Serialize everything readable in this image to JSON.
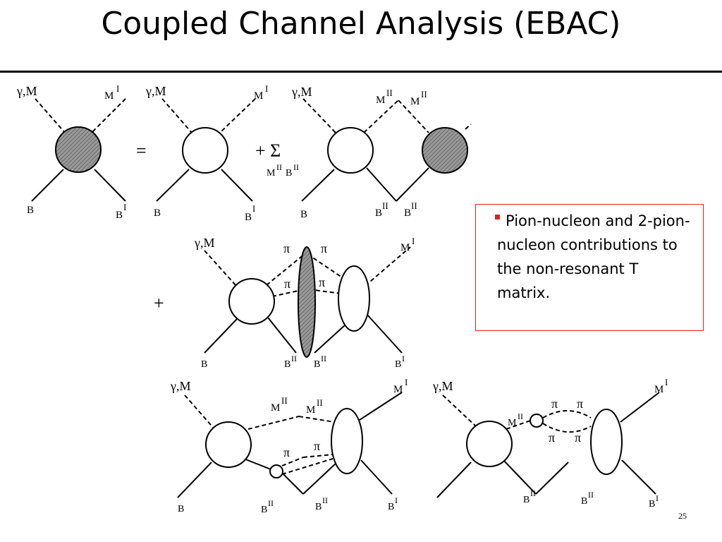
{
  "slide": {
    "title": "Coupled Channel Analysis (EBAC)",
    "page_number": "25"
  },
  "callout": {
    "text": "Pion-nucleon and 2-pion-nucleon contributions to the non-resonant T matrix."
  },
  "labels": {
    "gamma_m": "γ,M",
    "m": "M",
    "b": "B",
    "pi": "π",
    "sup_one": "I",
    "sup_two": "II",
    "equals": "=",
    "plus_sigma": "+ Σ",
    "plus": "+"
  },
  "colors": {
    "accent": "#e02020",
    "blob_fill": "#8a8a8a"
  }
}
